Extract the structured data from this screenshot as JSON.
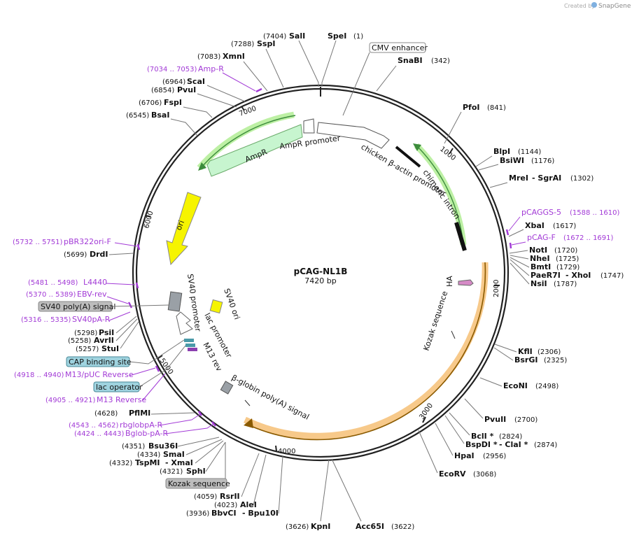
{
  "watermark": {
    "text": "Created by",
    "brand": "SnapGene"
  },
  "plasmid": {
    "name": "pCAG-NL1B",
    "size": "7420 bp"
  },
  "ticks": [
    "1000",
    "2000",
    "3000",
    "4000",
    "5000",
    "6000",
    "7000"
  ],
  "features": {
    "cmv_enhancer": "CMV enhancer",
    "chicken_actin_promoter": "chicken β-actin promoter",
    "chimeric_intron": "chimeric intron",
    "ampr_promoter": "AmpR promoter",
    "ampr": "AmpR",
    "ori": "ori",
    "ha": "HA",
    "kozak_inner": "Kozak sequence",
    "sv40_promoter": "SV40 promoter",
    "sv40_ori": "SV40 ori",
    "lac_promoter": "lac promoter",
    "m13_rev": "M13 rev",
    "bglobin_polyA": "β-globin poly(A) signal"
  },
  "boxed": {
    "cmv_enhancer": "CMV enhancer",
    "sv40_polyA": "SV40 poly(A) signal",
    "cap_binding_site": "CAP binding site",
    "lac_operator": "lac operator",
    "kozak_sequence": "Kozak sequence"
  },
  "sites": {
    "sali": {
      "pos": "(7404)",
      "name": "SalI"
    },
    "spei": {
      "pos": "(1)",
      "name": "SpeI"
    },
    "sspi": {
      "pos": "(7288)",
      "name": "SspI"
    },
    "xmni": {
      "pos": "(7083)",
      "name": "XmnI"
    },
    "scai": {
      "pos": "(6964)",
      "name": "ScaI"
    },
    "pvui_left": {
      "pos": "(6854)",
      "name": "PvuI"
    },
    "fspi": {
      "pos": "(6706)",
      "name": "FspI"
    },
    "bsai": {
      "pos": "(6545)",
      "name": "BsaI"
    },
    "snabi": {
      "pos": "(342)",
      "name": "SnaBI"
    },
    "pfoi": {
      "pos": "(841)",
      "name": "PfoI"
    },
    "blpi": {
      "pos": "(1144)",
      "name": "BlpI"
    },
    "bsiwi": {
      "pos": "(1176)",
      "name": "BsiWI"
    },
    "mrei": {
      "pos": "(1302)",
      "name": "MreI",
      "name2": "- SgrAI"
    },
    "xbai": {
      "pos": "(1617)",
      "name": "XbaI"
    },
    "noti": {
      "pos": "(1720)",
      "name": "NotI"
    },
    "nhei": {
      "pos": "(1725)",
      "name": "NheI"
    },
    "bmti": {
      "pos": "(1729)",
      "name": "BmtI"
    },
    "paer7i": {
      "pos": "(1747)",
      "name": "PaeR7I",
      "name2": "- XhoI"
    },
    "nsii": {
      "pos": "(1787)",
      "name": "NsiI"
    },
    "drdi": {
      "pos": "(5699)",
      "name": "DrdI"
    },
    "psii": {
      "pos": "(5298)",
      "name": "PsiI"
    },
    "avrii": {
      "pos": "(5258)",
      "name": "AvrII"
    },
    "stui": {
      "pos": "(5257)",
      "name": "StuI"
    },
    "kfli": {
      "pos": "(2306)",
      "name": "KflI"
    },
    "bsrgi": {
      "pos": "(2325)",
      "name": "BsrGI"
    },
    "econi": {
      "pos": "(2498)",
      "name": "EcoNI"
    },
    "pvuii": {
      "pos": "(2700)",
      "name": "PvuII"
    },
    "bcli": {
      "pos": "(2824)",
      "name": "BclI *"
    },
    "bspdi": {
      "pos": "(2874)",
      "name": "BspDI *",
      "name2": "- ClaI *"
    },
    "hpai": {
      "pos": "(2956)",
      "name": "HpaI"
    },
    "ecorv": {
      "pos": "(3068)",
      "name": "EcoRV"
    },
    "pflmi": {
      "pos": "(4628)",
      "name": "PflMI"
    },
    "bsu36i": {
      "pos": "(4351)",
      "name": "Bsu36I"
    },
    "smai": {
      "pos": "(4334)",
      "name": "SmaI"
    },
    "tspmi": {
      "pos": "(4332)",
      "name": "TspMI",
      "name2": "- XmaI"
    },
    "sphi": {
      "pos": "(4321)",
      "name": "SphI"
    },
    "rsrii": {
      "pos": "(4059)",
      "name": "RsrII"
    },
    "alei": {
      "pos": "(4023)",
      "name": "AleI"
    },
    "bbvci": {
      "pos": "(3936)",
      "name": "BbvCI",
      "name2": "- Bpu10I"
    },
    "kpni": {
      "pos": "(3626)",
      "name": "KpnI"
    },
    "acc65i": {
      "pos": "(3622)",
      "name": "Acc65I"
    }
  },
  "primers": {
    "ampr": {
      "pos": "(7034 .. 7053)",
      "name": "Amp-R"
    },
    "pcaggs5": {
      "pos": "(1588 .. 1610)",
      "name": "pCAGGS-5"
    },
    "pcagf": {
      "pos": "(1672 .. 1691)",
      "name": "pCAG-F"
    },
    "pbr322": {
      "pos": "(5732 .. 5751)",
      "name": "pBR322ori-F"
    },
    "l4440": {
      "pos": "(5481 .. 5498)",
      "name": "L4440"
    },
    "ebvrev": {
      "pos": "(5370 .. 5389)",
      "name": "EBV-rev"
    },
    "sv40par": {
      "pos": "(5316 .. 5335)",
      "name": "SV40pA-R"
    },
    "m13puc": {
      "pos": "(4918 .. 4940)",
      "name": "M13/pUC Reverse"
    },
    "m13rev": {
      "pos": "(4905 .. 4921)",
      "name": "M13 Reverse"
    },
    "rbglobpa": {
      "pos": "(4543 .. 4562)",
      "name": "rbglobpA-R"
    },
    "bglobpa": {
      "pos": "(4424 .. 4443)",
      "name": "Bglob-pA-R"
    }
  },
  "colors": {
    "ring": "#222222",
    "arrow_green": "#c7f5cf",
    "arrow_green_stroke": "#6aaa6a",
    "ori_yellow": "#f6f400",
    "primer_purple": "#a23ad6",
    "box_blue": "#9fd3df",
    "box_gray": "#bdbdbd",
    "orange_glow": "#f7c98a",
    "green_glow": "#bdf0a4"
  }
}
